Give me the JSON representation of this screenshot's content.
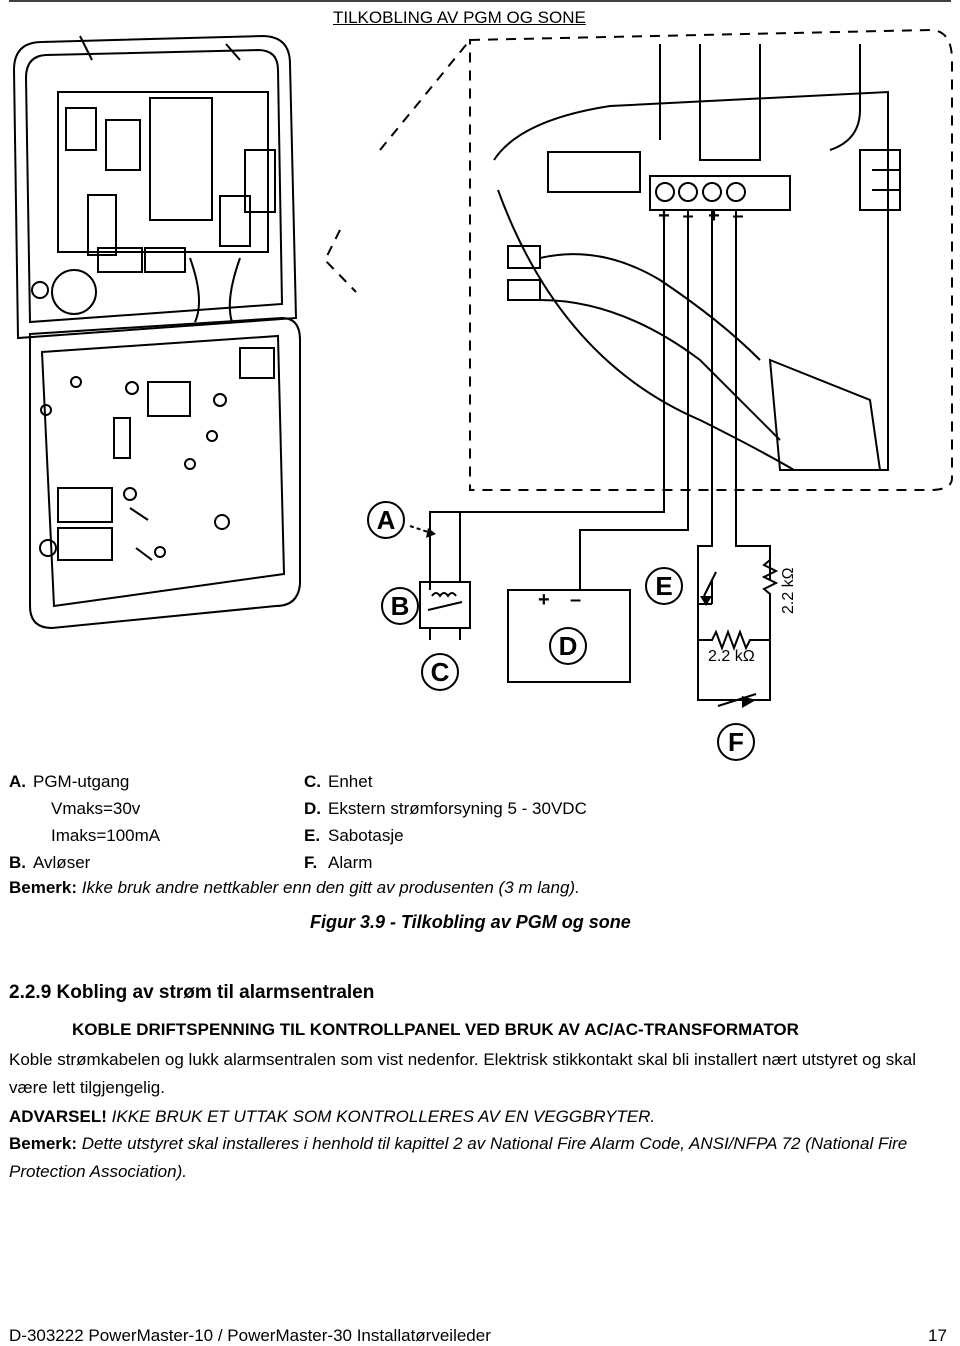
{
  "figure": {
    "title": "TILKOBLING AV PGM OG SONE",
    "labels": {
      "a": "A",
      "b": "B",
      "c": "C",
      "d": "D",
      "e": "E",
      "f": "F",
      "resistor_1": "2.2 kΩ",
      "resistor_2": "2.2 kΩ",
      "terminals": [
        "+",
        "–",
        "+",
        "–"
      ],
      "psu_plus": "+",
      "psu_minus": "–"
    },
    "legend_left": [
      {
        "key": "A.",
        "text": "PGM-utgang"
      },
      {
        "key": "",
        "text": "Vmaks=30v"
      },
      {
        "key": "",
        "text": "Imaks=100mA"
      },
      {
        "key": "B.",
        "text": "Avløser"
      }
    ],
    "legend_right": [
      {
        "key": "C.",
        "text": "Enhet"
      },
      {
        "key": "D.",
        "text": "Ekstern strømforsyning 5 - 30VDC"
      },
      {
        "key": "E.",
        "text": "Sabotasje"
      },
      {
        "key": "F.",
        "text": "Alarm"
      }
    ],
    "note_label": "Bemerk:",
    "note_text": " Ikke bruk andre nettkabler enn den gitt av produsenten (3 m lang).",
    "caption": "Figur 3.9 - Tilkobling av PGM og sone"
  },
  "section": {
    "heading": "2.2.9 Kobling av strøm til alarmsentralen",
    "subheading": "KOBLE DRIFTSPENNING TIL KONTROLLPANEL VED BRUK AV AC/AC-TRANSFORMATOR",
    "paragraph": "Koble strømkabelen og lukk alarmsentralen som vist nedenfor. Elektrisk stikkontakt skal bli installert nært utstyret og skal være lett tilgjengelig.",
    "warning_label": "ADVARSEL!",
    "warning_text": " IKKE BRUK ET UTTAK SOM KONTROLLERES AV EN VEGGBRYTER.",
    "note_label": "Bemerk:",
    "note_text": " Dette utstyret skal installeres i henhold til kapittel 2 av National Fire Alarm Code, ANSI/NFPA 72 (National Fire Protection Association)."
  },
  "footer": {
    "document": "D-303222 PowerMaster-10 / PowerMaster-30 Installatørveileder",
    "page": "17"
  }
}
